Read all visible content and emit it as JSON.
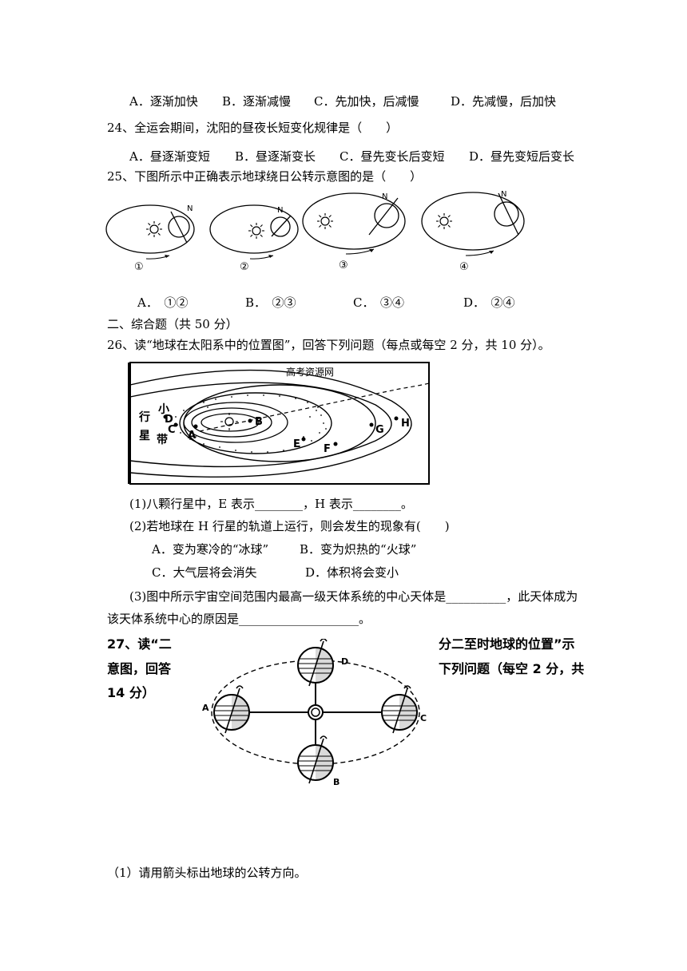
{
  "q23_opts": [
    "A．逐渐加快",
    "B．逐渐减慢",
    "C．先加快，后减慢",
    "D．先减慢，后加快"
  ],
  "q24": {
    "stem": "24、全运会期间，沈阳的昼夜长短变化规律是（　　）",
    "opts": [
      "A．昼逐渐变短",
      "B．昼逐渐变长",
      "C．昼先变长后变短",
      "D．昼先变短后变长"
    ]
  },
  "q25": {
    "stem": "25、下图所示中正确表示地球绕日公转示意图的是（　　）",
    "fig_labels": [
      "①",
      "②",
      "③",
      "④"
    ],
    "north": "N",
    "opts": [
      "A．　①②",
      "B．　②③",
      "C．　③④",
      "D．　②④"
    ]
  },
  "section2": "二、综合题（共 50 分）",
  "q26": {
    "stem": "26、读“地球在太阳系中的位置图”，回答下列问题（每点或每空 2 分，共 10 分）。",
    "watermark": "高考资源网",
    "belt_label": [
      "小",
      "行",
      "星",
      "带"
    ],
    "points": [
      "A",
      "B",
      "C",
      "D",
      "E",
      "F",
      "G",
      "H"
    ],
    "s1": "(1)八颗行星中，E 表示________，H 表示________。",
    "s2": "(2)若地球在 H 行星的轨道上运行，则会发生的现象有(　　)",
    "s2_opts": [
      "A．变为寒冷的“冰球”",
      "B．变为炽热的“火球”",
      "C．大气层将会消失",
      "D．体积将会变小"
    ],
    "s3_line1": "(3)图中所示宇宙空间范围内最高一级天体系统的中心天体是__________，此天体成为",
    "s3_line2": "该天体系统中心的原因是____________________。"
  },
  "q27": {
    "line1_left": "27、读“二",
    "line1_right": "分二至时地球的位置”示",
    "line2_left": "意图，回答",
    "line2_right": "下列问题（每空 2 分，共",
    "line3_left": "14 分）",
    "positions": [
      "A",
      "B",
      "C",
      "D"
    ],
    "s1": "（1）请用箭头标出地球的公转方向。"
  }
}
